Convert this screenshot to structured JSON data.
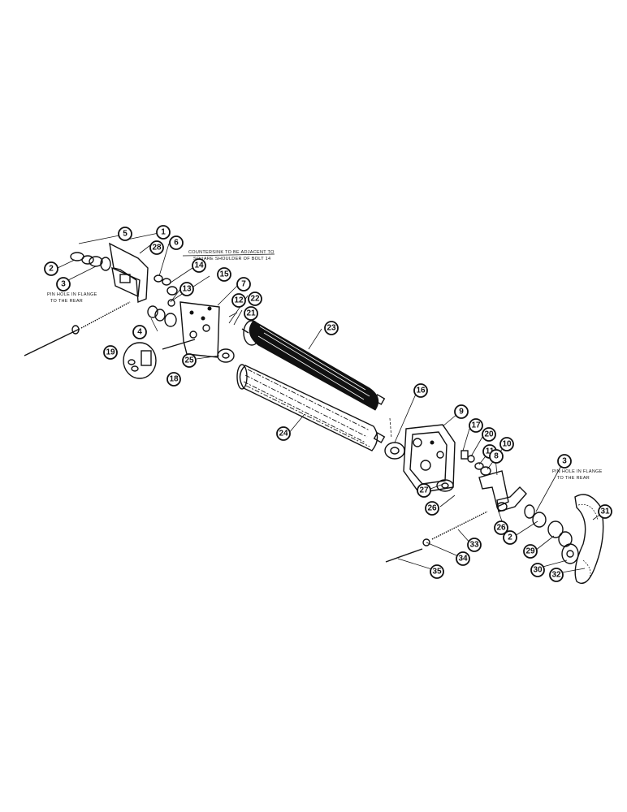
{
  "notes": {
    "countersink_line1": "COUNTERSINK TO BE ADJACENT TO",
    "countersink_line2": "SQUARE SHOULDER OF BOLT 14",
    "pin_left_line1": "PIN HOLE IN FLANGE",
    "pin_left_line2": "TO THE REAR",
    "pin_right_line1": "PIN HOLE IN FLANGE",
    "pin_right_line2": "TO THE REAR"
  },
  "callouts": [
    "5",
    "1",
    "28",
    "2",
    "6",
    "3",
    "14",
    "15",
    "13",
    "7",
    "12",
    "22",
    "21",
    "4",
    "19",
    "18",
    "25",
    "23",
    "16",
    "24",
    "9",
    "17",
    "20",
    "11",
    "10",
    "8",
    "3",
    "27",
    "26",
    "26",
    "2",
    "31",
    "29",
    "30",
    "32",
    "33",
    "34",
    "35"
  ],
  "colors": {
    "ink": "#111111",
    "background": "#ffffff"
  }
}
